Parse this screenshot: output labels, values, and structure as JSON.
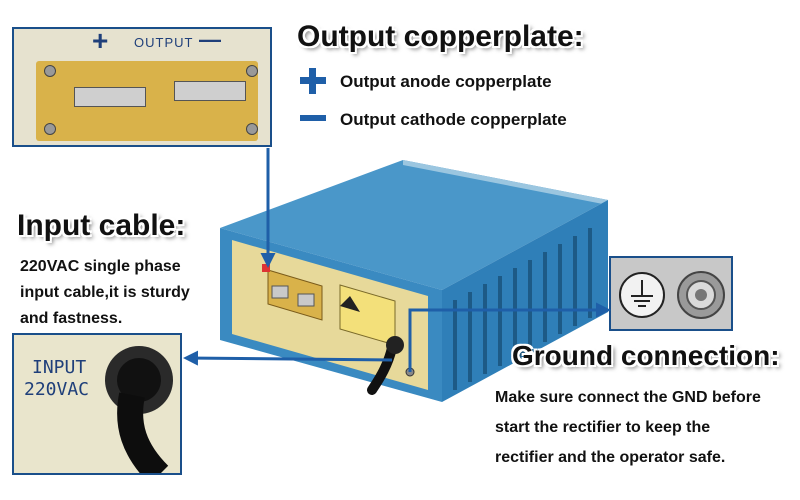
{
  "output_section": {
    "heading": "Output copperplate:",
    "plate_label": "OUTPUT",
    "plus_sign": "+",
    "minus_sign": "—",
    "anode_text": "Output anode copperplate",
    "cathode_text": "Output cathode  copperplate"
  },
  "input_section": {
    "heading": "Input cable:",
    "desc_lines": [
      "220VAC single phase",
      "input cable,it is sturdy",
      "and fastness."
    ],
    "panel_label_lines": [
      "INPUT",
      "220VAC"
    ]
  },
  "ground_section": {
    "heading": "Ground connection:",
    "desc_lines": [
      "Make sure connect the GND before",
      "start the rectifier to keep the",
      "rectifier  and the operator safe."
    ]
  },
  "colors": {
    "accent_blue": "#1f5fa8",
    "inset_border": "#1a4f8a",
    "device_blue": "#3f8fc6",
    "panel_yellow": "#e7d99a",
    "copper_board": "#d9b24a"
  },
  "icons": [
    "plus-icon",
    "minus-icon",
    "ground-symbol-icon",
    "ground-terminal-icon",
    "screw-icon",
    "cable-icon"
  ]
}
